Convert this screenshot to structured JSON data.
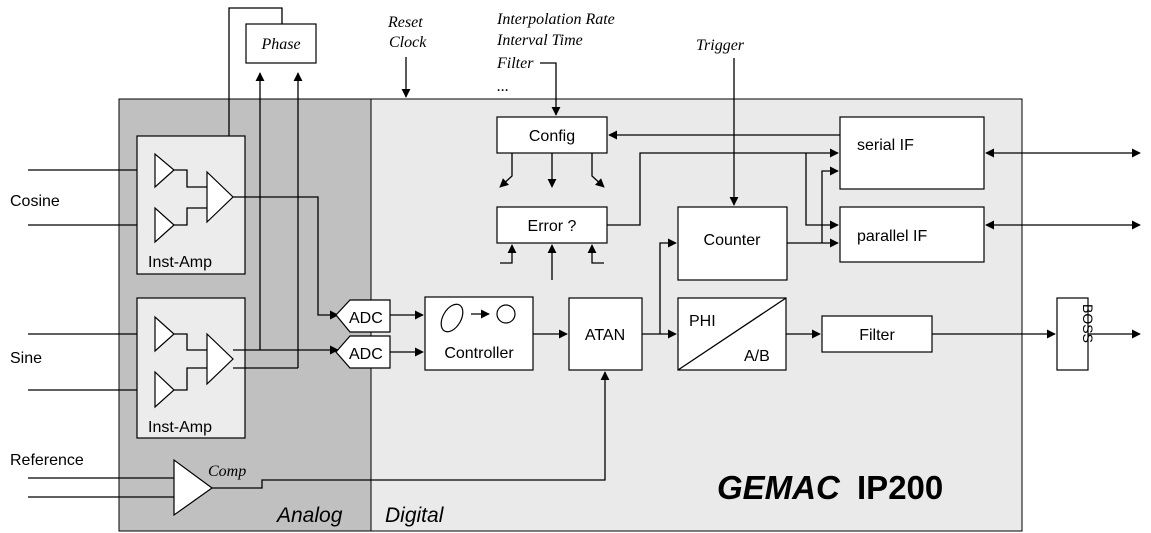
{
  "inputs": {
    "cosine": "Cosine",
    "sine": "Sine",
    "reference": "Reference",
    "phase": "Phase",
    "reset": "Reset",
    "clock": "Clock",
    "interp_rate": "Interpolation Rate",
    "interval_time": "Interval Time",
    "filter_param": "Filter",
    "ellipsis": "...",
    "trigger": "Trigger"
  },
  "blocks": {
    "inst_amp_top": "Inst-Amp",
    "inst_amp_bottom": "Inst-Amp",
    "adc_top": "ADC",
    "adc_bottom": "ADC",
    "controller": "Controller",
    "atan": "ATAN",
    "phi": "PHI",
    "ab": "A/B",
    "filter": "Filter",
    "config": "Config",
    "error": "Error ?",
    "counter": "Counter",
    "serial_if": "serial IF",
    "parallel_if": "parallel IF",
    "comp": "Comp",
    "output_box": "BOSS"
  },
  "regions": {
    "analog": "Analog",
    "digital": "Digital"
  },
  "brand": {
    "company": "GEMAC",
    "product": "IP200"
  }
}
